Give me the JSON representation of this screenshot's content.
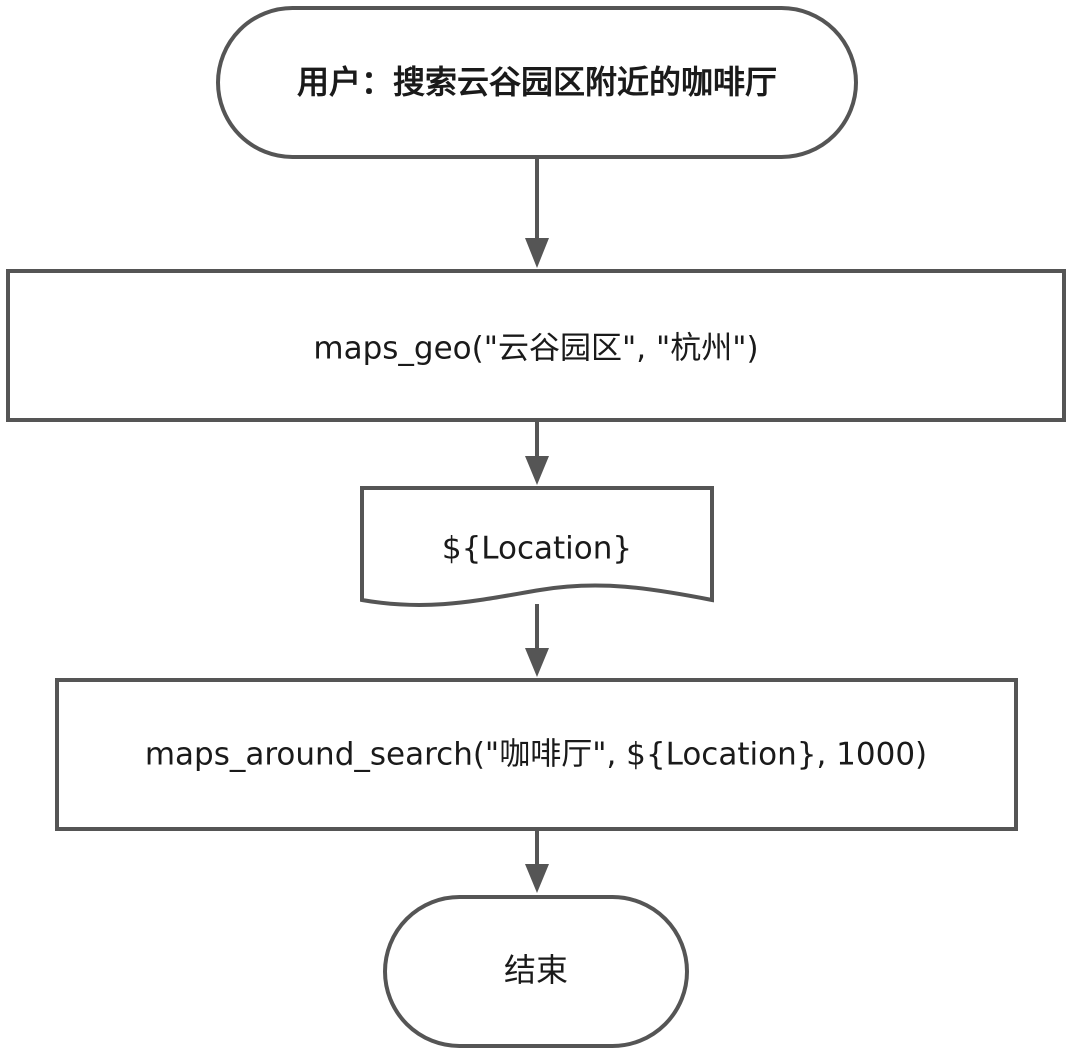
{
  "flowchart": {
    "start": {
      "label": "用户：搜索云谷园区附近的咖啡厅"
    },
    "step_geo": {
      "label": "maps_geo(\"云谷园区\", \"杭州\")"
    },
    "output_location": {
      "label": "${Location}"
    },
    "step_search": {
      "label": "maps_around_search(\"咖啡厅\", ${Location}, 1000)"
    },
    "end": {
      "label": "结束"
    }
  },
  "colors": {
    "stroke": "#555555",
    "fill": "#ffffff",
    "text": "#1a1a1a"
  }
}
